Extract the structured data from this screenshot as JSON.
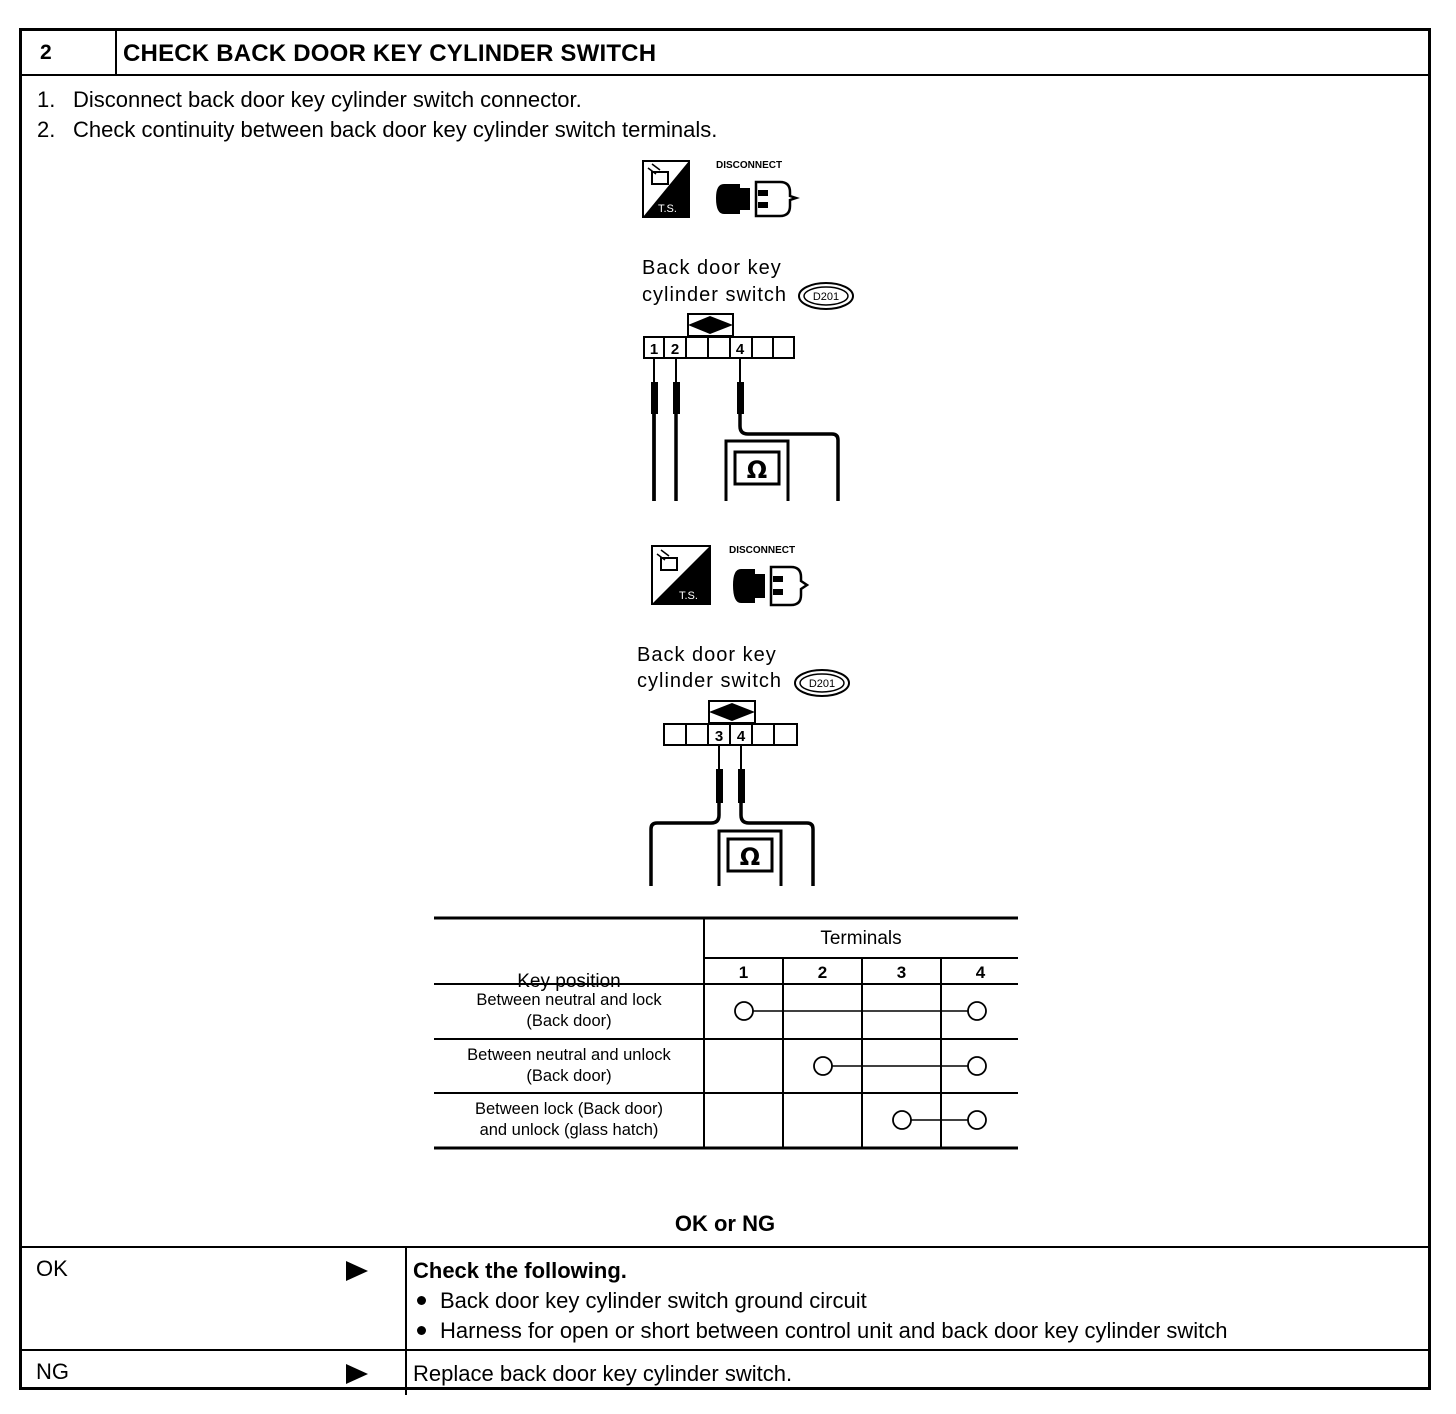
{
  "header": {
    "step_number": "2",
    "title": "CHECK BACK DOOR KEY CYLINDER SWITCH"
  },
  "steps": [
    {
      "n": "1.",
      "text": "Disconnect back door key cylinder switch connector."
    },
    {
      "n": "2.",
      "text": "Check continuity between back door key cylinder switch terminals."
    }
  ],
  "diagrams": [
    {
      "ts_label": "T.S.",
      "disconnect_label": "DISCONNECT",
      "caption_line1": "Back door key",
      "caption_line2": "cylinder switch",
      "connector_id": "D201",
      "terminals": [
        "1",
        "2",
        "4"
      ],
      "meter_symbol": "Ω"
    },
    {
      "ts_label": "T.S.",
      "disconnect_label": "DISCONNECT",
      "caption_line1": "Back door key",
      "caption_line2": "cylinder switch",
      "connector_id": "D201",
      "terminals": [
        "3",
        "4"
      ],
      "meter_symbol": "Ω"
    }
  ],
  "continuity_table": {
    "col_key_position": "Key position",
    "col_terminals": "Terminals",
    "terminal_numbers": [
      "1",
      "2",
      "3",
      "4"
    ],
    "rows": [
      {
        "line1": "Between neutral and lock",
        "line2": "(Back door)",
        "connected": [
          "1",
          "4"
        ]
      },
      {
        "line1": "Between neutral and unlock",
        "line2": "(Back door)",
        "connected": [
          "2",
          "4"
        ]
      },
      {
        "line1": "Between lock (Back door)",
        "line2": "and unlock (glass hatch)",
        "connected": [
          "3",
          "4"
        ]
      }
    ]
  },
  "ok_or_ng": "OK or NG",
  "results": {
    "ok_label": "OK",
    "ok_heading": "Check the following.",
    "ok_items": [
      "Back door key cylinder switch ground circuit",
      "Harness for open or short between control unit and back door key cylinder switch"
    ],
    "ng_label": "NG",
    "ng_text": "Replace back door key cylinder switch."
  }
}
